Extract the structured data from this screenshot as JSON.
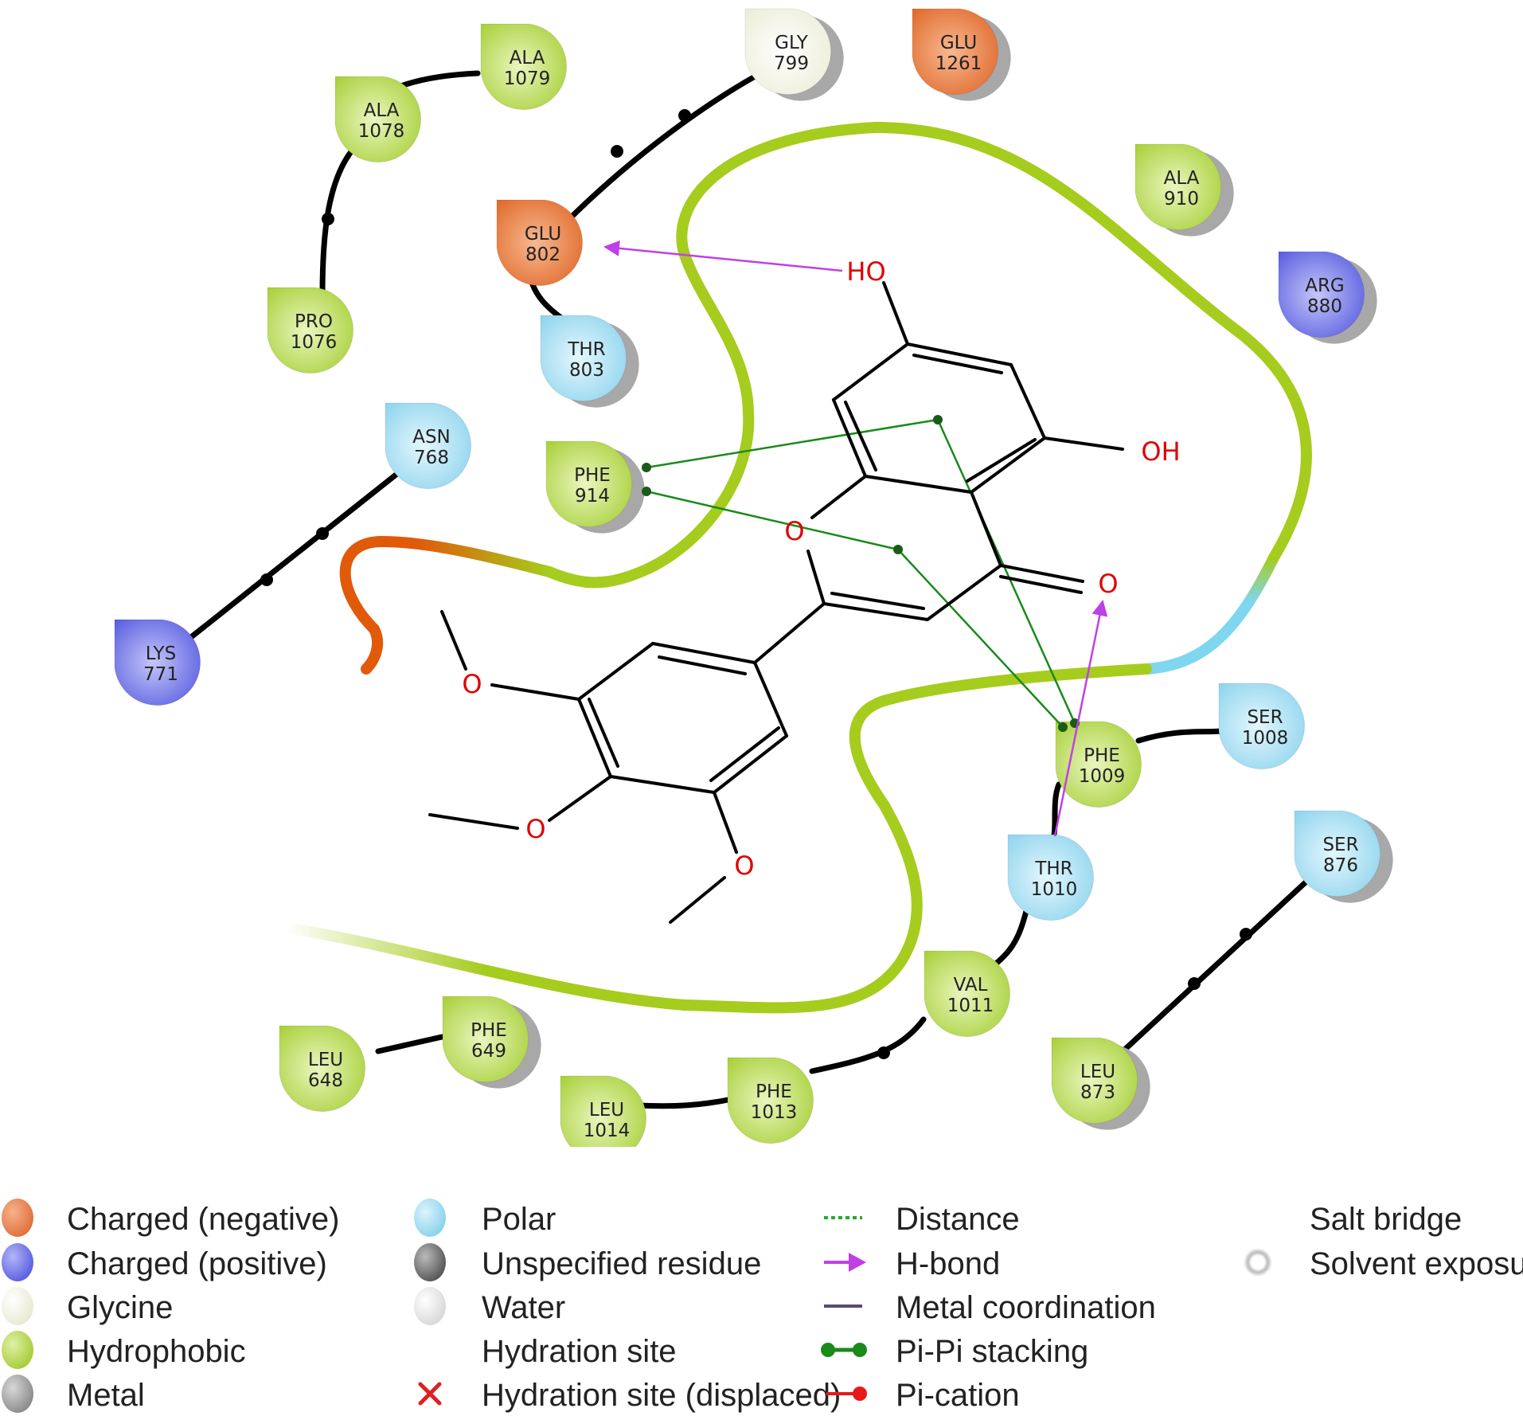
{
  "colors": {
    "charged_negative": "#e8824f",
    "charged_positive": "#7a7ee8",
    "glycine": "#f4f5e6",
    "hydrophobic": "#b9d95a",
    "metal": "#999999",
    "polar": "#9fdcf0",
    "unspecified": "#777777",
    "water": "#e4e4e4",
    "pocket_line": "#a6cc1e",
    "pocket_orange": "#e05a0a",
    "pocket_blue": "#7fd6ef",
    "hbond": "#c040e8",
    "pipi": "#1a8a1a",
    "bond": "#000000",
    "heteroatom": "#e00000"
  },
  "residues": [
    {
      "id": "ala1079",
      "name": "ALA",
      "num": "1079",
      "type": "hydrophobic"
    },
    {
      "id": "gly799",
      "name": "GLY",
      "num": "799",
      "type": "glycine"
    },
    {
      "id": "glu1261",
      "name": "GLU",
      "num": "1261",
      "type": "charged_negative"
    },
    {
      "id": "ala1078",
      "name": "ALA",
      "num": "1078",
      "type": "hydrophobic"
    },
    {
      "id": "ala910",
      "name": "ALA",
      "num": "910",
      "type": "hydrophobic"
    },
    {
      "id": "glu802",
      "name": "GLU",
      "num": "802",
      "type": "charged_negative"
    },
    {
      "id": "arg880",
      "name": "ARG",
      "num": "880",
      "type": "charged_positive"
    },
    {
      "id": "pro1076",
      "name": "PRO",
      "num": "1076",
      "type": "hydrophobic"
    },
    {
      "id": "thr803",
      "name": "THR",
      "num": "803",
      "type": "polar"
    },
    {
      "id": "asn768",
      "name": "ASN",
      "num": "768",
      "type": "polar"
    },
    {
      "id": "phe914",
      "name": "PHE",
      "num": "914",
      "type": "hydrophobic"
    },
    {
      "id": "lys771",
      "name": "LYS",
      "num": "771",
      "type": "charged_positive"
    },
    {
      "id": "ser1008",
      "name": "SER",
      "num": "1008",
      "type": "polar"
    },
    {
      "id": "phe1009",
      "name": "PHE",
      "num": "1009",
      "type": "hydrophobic"
    },
    {
      "id": "ser876",
      "name": "SER",
      "num": "876",
      "type": "polar"
    },
    {
      "id": "thr1010",
      "name": "THR",
      "num": "1010",
      "type": "polar"
    },
    {
      "id": "val1011",
      "name": "VAL",
      "num": "1011",
      "type": "hydrophobic"
    },
    {
      "id": "phe649",
      "name": "PHE",
      "num": "649",
      "type": "hydrophobic"
    },
    {
      "id": "leu648",
      "name": "LEU",
      "num": "648",
      "type": "hydrophobic"
    },
    {
      "id": "phe1013",
      "name": "PHE",
      "num": "1013",
      "type": "hydrophobic"
    },
    {
      "id": "leu1014",
      "name": "LEU",
      "num": "1014",
      "type": "hydrophobic"
    },
    {
      "id": "leu873",
      "name": "LEU",
      "num": "873",
      "type": "hydrophobic"
    }
  ],
  "ligand_atoms": {
    "ho_top": "HO",
    "oh_right": "OH",
    "o_ring": "O",
    "o_carbonyl": "O",
    "o_methoxy_1": "O",
    "o_methoxy_2": "O",
    "o_methoxy_3": "O"
  },
  "legend": {
    "col1": [
      {
        "label": "Charged (negative)",
        "key": "charged_negative"
      },
      {
        "label": "Charged (positive)",
        "key": "charged_positive"
      },
      {
        "label": "Glycine",
        "key": "glycine"
      },
      {
        "label": "Hydrophobic",
        "key": "hydrophobic"
      },
      {
        "label": "Metal",
        "key": "metal"
      }
    ],
    "col2": [
      {
        "label": "Polar",
        "key": "polar"
      },
      {
        "label": "Unspecified residue",
        "key": "unspecified"
      },
      {
        "label": "Water",
        "key": "water"
      },
      {
        "label": "Hydration site",
        "key": "none"
      },
      {
        "label": "Hydration site (displaced)",
        "key": "cross"
      }
    ],
    "col3": [
      {
        "label": "Distance",
        "key": "distance"
      },
      {
        "label": "H-bond",
        "key": "hbond"
      },
      {
        "label": "Metal coordination",
        "key": "metal_coord"
      },
      {
        "label": "Pi-Pi stacking",
        "key": "pipi"
      },
      {
        "label": "Pi-cation",
        "key": "pication"
      }
    ],
    "col4": [
      {
        "label": "Salt bridge",
        "key": "salt_bridge"
      },
      {
        "label": "Solvent exposure",
        "key": "solvent"
      }
    ]
  }
}
